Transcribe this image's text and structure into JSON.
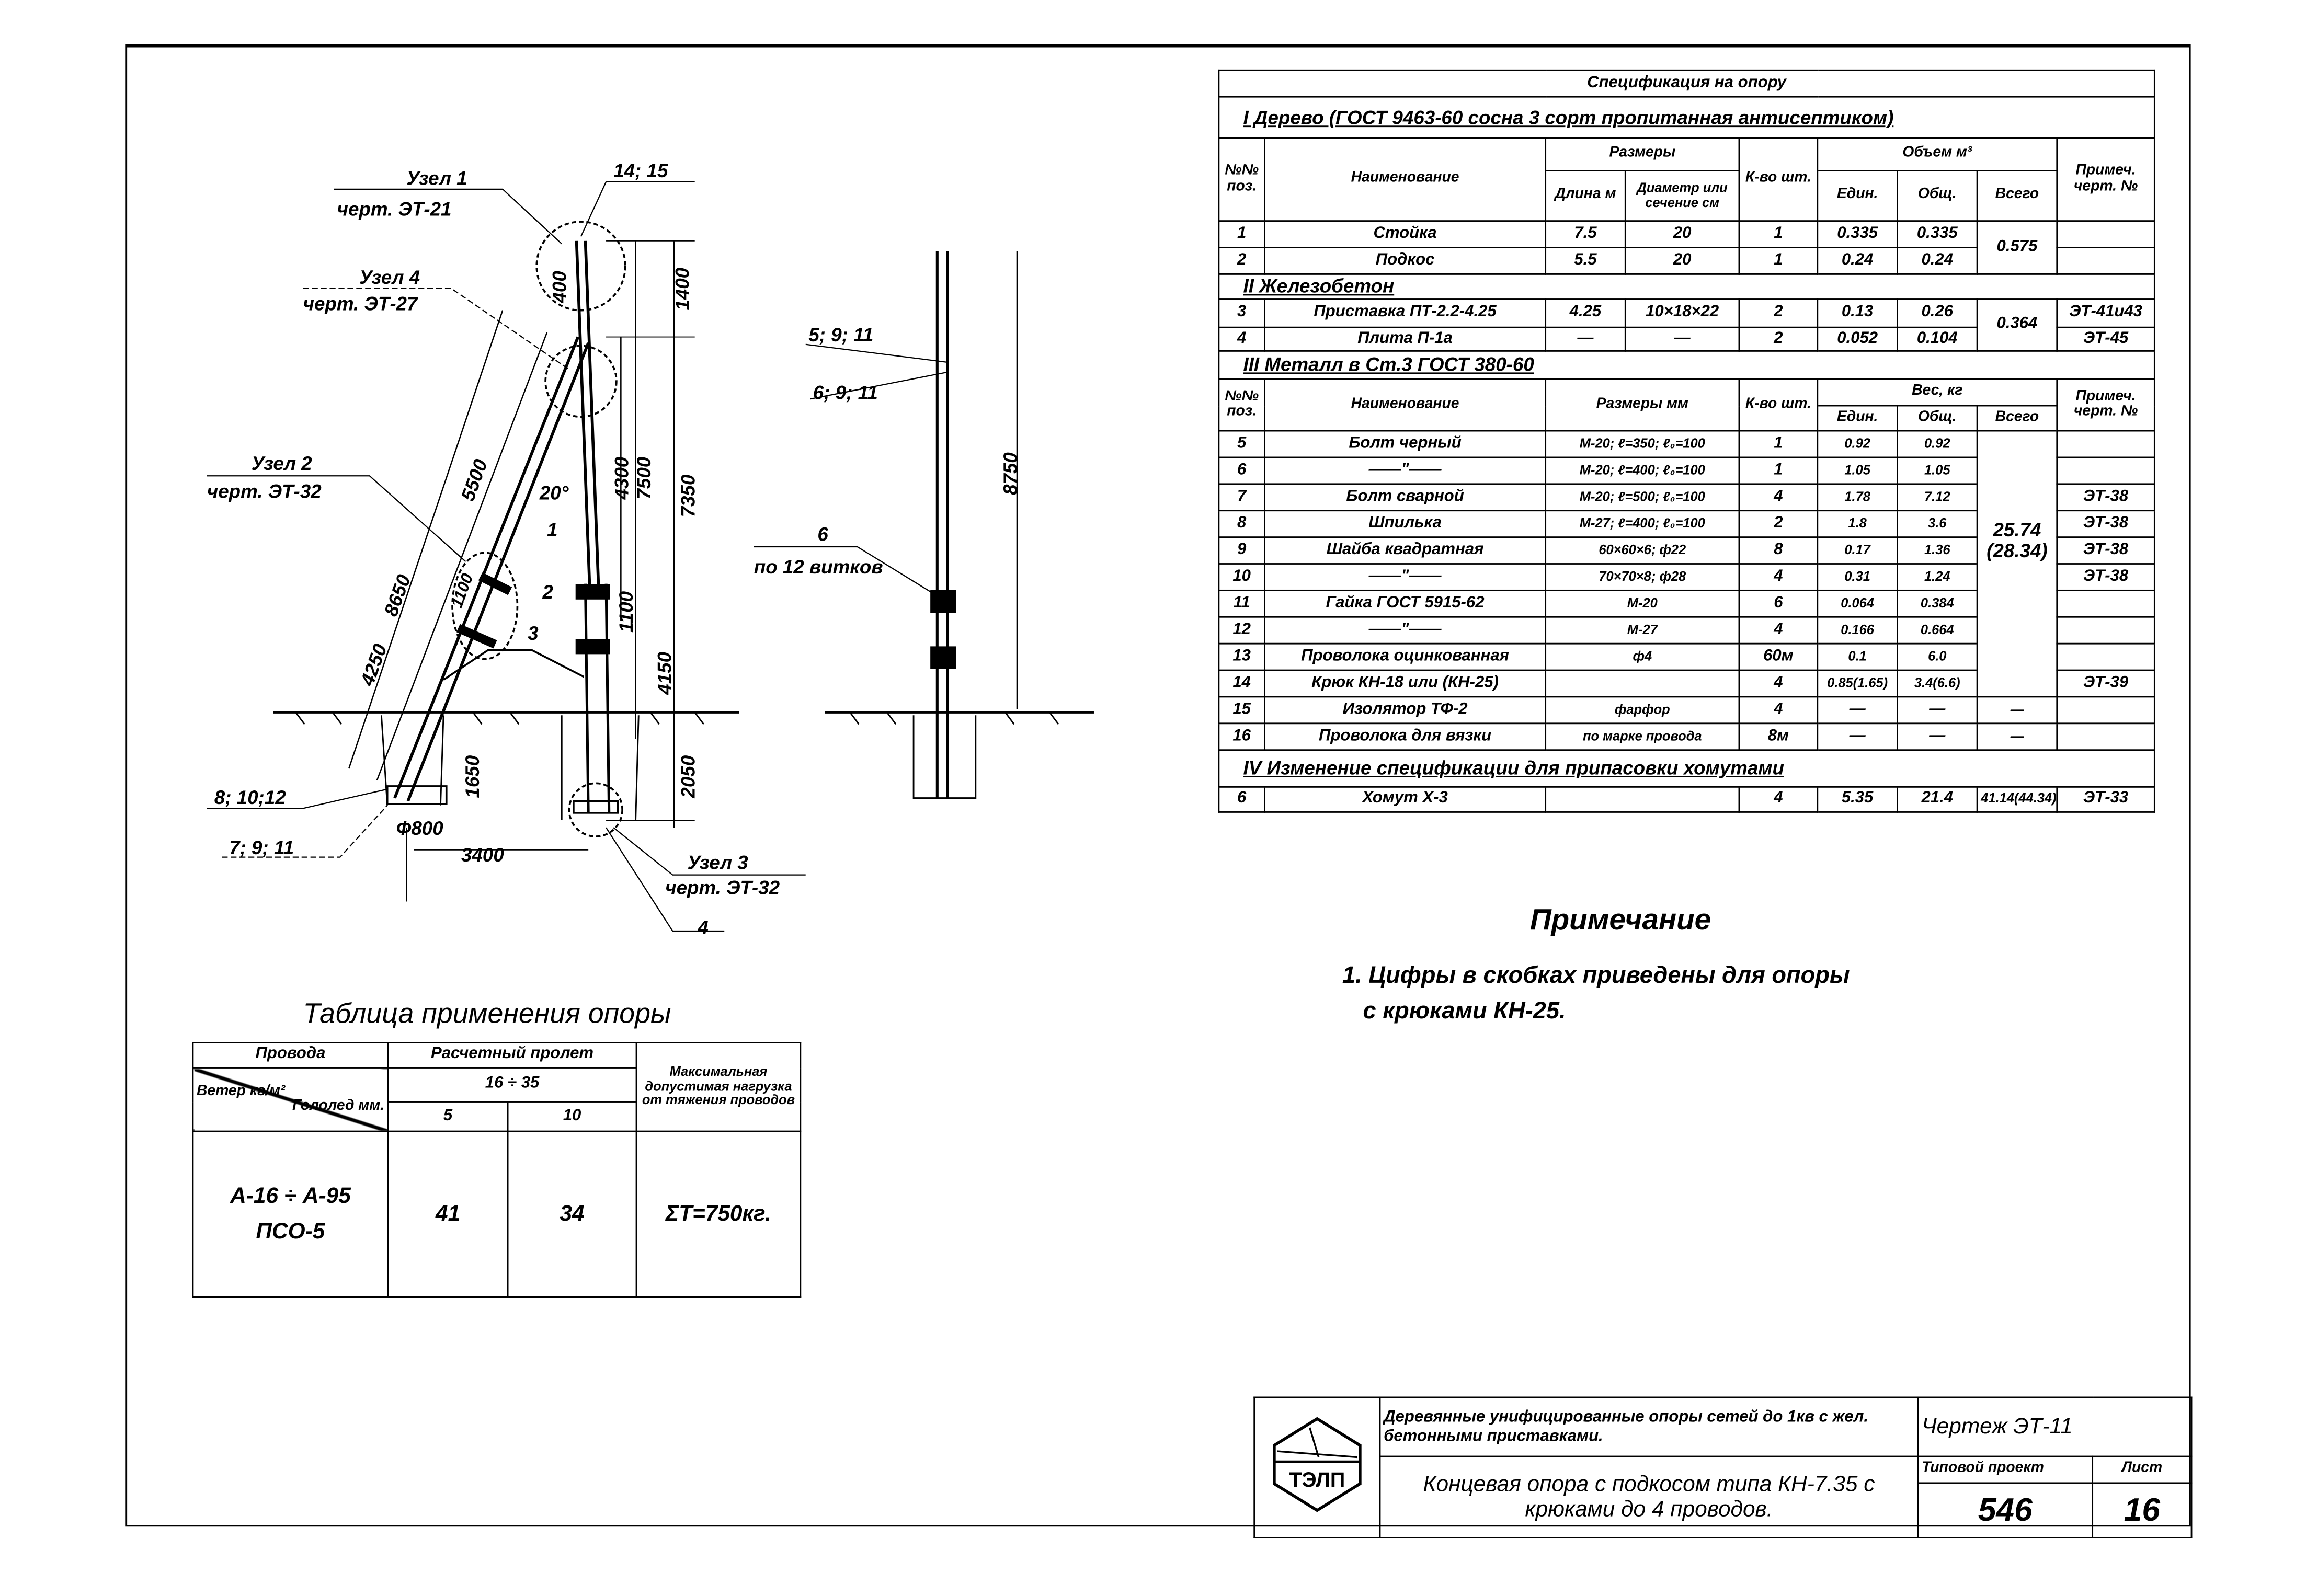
{
  "drawing": {
    "main_view": {
      "uzel1": "Узел 1",
      "uzel1_ref": "черт. ЭТ-21",
      "pos_14_15": "14; 15",
      "uzel4": "Узел 4",
      "uzel4_ref": "черт. ЭТ-27",
      "uzel2": "Узел 2",
      "uzel2_ref": "черт. ЭТ-32",
      "uzel3": "Узел 3",
      "uzel3_ref": "черт. ЭТ-32",
      "dim_8650": "8650",
      "dim_5500": "5500",
      "dim_4250": "4250",
      "dim_400": "400",
      "dim_1400": "1400",
      "dim_4300": "4300",
      "dim_7500": "7500",
      "dim_7350": "7350",
      "angle": "20°",
      "dim_1100_brace": "1100",
      "dim_1100_pole": "1100",
      "dim_4150": "4150",
      "dim_1650": "1650",
      "dim_2050": "2050",
      "dim_3400": "3400",
      "dia_800": "Ф800",
      "pos_1": "1",
      "pos_2": "2",
      "pos_3": "3",
      "pos_4": "4",
      "pos_8_10_12": "8; 10;12",
      "pos_7_9_11": "7; 9; 11"
    },
    "side_view": {
      "pos_5_9_11": "5; 9; 11",
      "pos_6_9_11": "6; 9; 11",
      "dim_8750": "8750",
      "pos_6": "6",
      "turns": "по 12 витков"
    }
  },
  "spec": {
    "title": "Спецификация на опору",
    "section1": "I Дерево (ГОСТ 9463-60 сосна 3 сорт пропитанная антисептиком)",
    "header1": {
      "pos": "№№ поз.",
      "name": "Наименование",
      "sizes": "Размеры",
      "length": "Длина м",
      "dia": "Диаметр или сечение см",
      "qty": "К-во шт.",
      "volume": "Объем м³",
      "unit": "Един.",
      "total": "Общ.",
      "all": "Всего",
      "note": "Примеч. черт. №"
    },
    "wood_rows": [
      {
        "pos": "1",
        "name": "Стойка",
        "length": "7.5",
        "dia": "20",
        "qty": "1",
        "unit": "0.335",
        "total": "0.335",
        "note": ""
      },
      {
        "pos": "2",
        "name": "Подкос",
        "length": "5.5",
        "dia": "20",
        "qty": "1",
        "unit": "0.24",
        "total": "0.24",
        "note": ""
      }
    ],
    "wood_all": "0.575",
    "section2": "II Железобетон",
    "concrete_rows": [
      {
        "pos": "3",
        "name": "Приставка ПТ-2.2-4.25",
        "length": "4.25",
        "dia": "10×18×22",
        "qty": "2",
        "unit": "0.13",
        "total": "0.26",
        "note": "ЭТ-41и43"
      },
      {
        "pos": "4",
        "name": "Плита П-1а",
        "length": "—",
        "dia": "—",
        "qty": "2",
        "unit": "0.052",
        "total": "0.104",
        "note": "ЭТ-45"
      }
    ],
    "concrete_all": "0.364",
    "section3": "III Металл в Ст.3 ГОСТ 380-60",
    "header2": {
      "pos": "№№ поз.",
      "name": "Наименование",
      "sizes": "Размеры мм",
      "qty": "К-во шт.",
      "weight": "Вес, кг",
      "unit": "Един.",
      "total": "Общ.",
      "all": "Всего",
      "note": "Примеч. черт. №"
    },
    "metal_rows": [
      {
        "pos": "5",
        "name": "Болт черный",
        "size": "М-20; ℓ=350; ℓ₀=100",
        "qty": "1",
        "unit": "0.92",
        "total": "0.92",
        "note": ""
      },
      {
        "pos": "6",
        "name": "——\"——",
        "size": "М-20; ℓ=400; ℓ₀=100",
        "qty": "1",
        "unit": "1.05",
        "total": "1.05",
        "note": ""
      },
      {
        "pos": "7",
        "name": "Болт сварной",
        "size": "М-20; ℓ=500; ℓ₀=100",
        "qty": "4",
        "unit": "1.78",
        "total": "7.12",
        "note": "ЭТ-38"
      },
      {
        "pos": "8",
        "name": "Шпилька",
        "size": "М-27; ℓ=400; ℓ₀=100",
        "qty": "2",
        "unit": "1.8",
        "total": "3.6",
        "note": "ЭТ-38"
      },
      {
        "pos": "9",
        "name": "Шайба квадратная",
        "size": "60×60×6; ф22",
        "qty": "8",
        "unit": "0.17",
        "total": "1.36",
        "note": "ЭТ-38"
      },
      {
        "pos": "10",
        "name": "——\"——",
        "size": "70×70×8; ф28",
        "qty": "4",
        "unit": "0.31",
        "total": "1.24",
        "note": "ЭТ-38"
      },
      {
        "pos": "11",
        "name": "Гайка ГОСТ 5915-62",
        "size": "М-20",
        "qty": "6",
        "unit": "0.064",
        "total": "0.384",
        "note": ""
      },
      {
        "pos": "12",
        "name": "——\"——",
        "size": "М-27",
        "qty": "4",
        "unit": "0.166",
        "total": "0.664",
        "note": ""
      },
      {
        "pos": "13",
        "name": "Проволока оцинкованная",
        "size": "ф4",
        "qty": "60м",
        "unit": "0.1",
        "total": "6.0",
        "note": ""
      },
      {
        "pos": "14",
        "name": "Крюк КН-18 или (КН-25)",
        "size": "",
        "qty": "4",
        "unit": "0.85(1.65)",
        "total": "3.4(6.6)",
        "note": "ЭТ-39"
      }
    ],
    "metal_all": "25.74",
    "metal_all_alt": "(28.34)",
    "other_rows": [
      {
        "pos": "15",
        "name": "Изолятор ТФ-2",
        "size": "фарфор",
        "qty": "4",
        "unit": "—",
        "total": "—",
        "all": "—",
        "note": ""
      },
      {
        "pos": "16",
        "name": "Проволока для вязки",
        "size": "по марке провода",
        "qty": "8м",
        "unit": "—",
        "total": "—",
        "all": "—",
        "note": ""
      }
    ],
    "section4": "IV Изменение спецификации для припасовки хомутами",
    "clamp_rows": [
      {
        "pos": "6",
        "name": "Хомут Х-3",
        "size": "",
        "qty": "4",
        "unit": "5.35",
        "total": "21.4",
        "all": "41.14(44.34)",
        "note": "ЭТ-33"
      }
    ]
  },
  "notes": {
    "heading": "Примечание",
    "line1": "1. Цифры в скобках приведены для опоры",
    "line2": "с крюками КН-25."
  },
  "application_table": {
    "title": "Таблица применения опоры",
    "h_wires": "Провода",
    "h_span": "Расчетный пролет",
    "h_wind": "Ветер кг/м²",
    "h_ice": "Гололед мм.",
    "h_wind_value": "16 ÷ 35",
    "h_ice_5": "5",
    "h_ice_10": "10",
    "h_max": "Максимальная допустимая нагрузка от тяжения проводов",
    "wires": "А-16 ÷ А-95",
    "wires2": "ПСО-5",
    "span_5": "41",
    "span_10": "34",
    "max_load": "ΣТ=750кг."
  },
  "title_block": {
    "logo": "ТЭЛП",
    "series": "Деревянные унифицированные опоры сетей до 1кв с жел. бетонными приставками.",
    "drawing_label": "Чертеж ЭТ-11",
    "name": "Концевая опора с подкосом типа КН-7.35 с крюками до 4 проводов.",
    "project_label": "Типовой проект",
    "sheet_label": "Лист",
    "project": "546",
    "sheet": "16"
  }
}
